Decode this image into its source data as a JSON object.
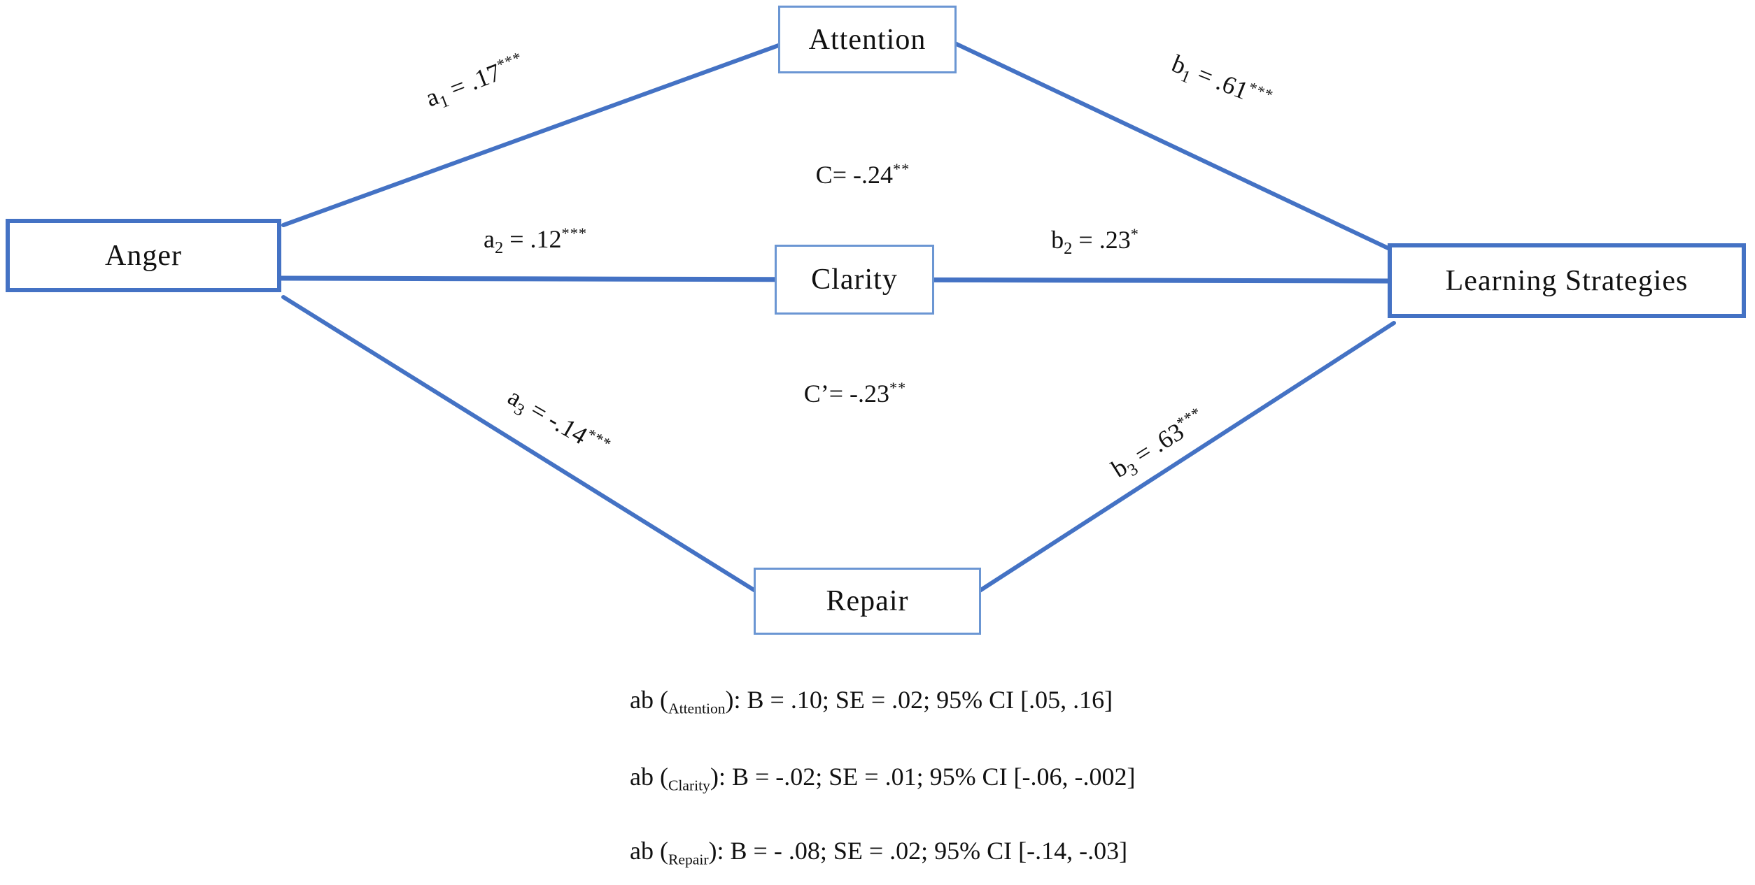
{
  "colors": {
    "line_blue": "#4472c4",
    "box_border_light": "#6b96d3",
    "box_border_strong": "#4472c4",
    "background": "#ffffff",
    "text": "#111111"
  },
  "nodes": {
    "anger": {
      "label": "Anger"
    },
    "attention": {
      "label": "Attention"
    },
    "clarity": {
      "label": "Clarity"
    },
    "repair": {
      "label": "Repair"
    },
    "learning_strategies": {
      "label": "Learning Strategies"
    }
  },
  "paths": {
    "a1": {
      "base": "a",
      "sub": "1",
      "rel": " = ",
      "value": ".17",
      "stars": "***"
    },
    "b1": {
      "base": "b",
      "sub": "1",
      "rel": " = ",
      "value": ".61",
      "stars": "***"
    },
    "a2": {
      "base": "a",
      "sub": "2",
      "rel": " = ",
      "value": ".12",
      "stars": "***"
    },
    "b2": {
      "base": "b",
      "sub": "2",
      "rel": " = ",
      "value": ".23",
      "stars": "*"
    },
    "a3": {
      "base": "a",
      "sub": "3",
      "rel": " = ",
      "value": "-.14",
      "stars": "***"
    },
    "b3": {
      "base": "b",
      "sub": "3",
      "rel": " = ",
      "value": ".63",
      "stars": "***"
    },
    "c_total": {
      "base": "C",
      "sub": "",
      "rel": "= ",
      "value": "-.24",
      "stars": "**"
    },
    "c_direct": {
      "base": "C’",
      "sub": "",
      "rel": "= ",
      "value": "-.23",
      "stars": "**"
    }
  },
  "indirect_effects": [
    {
      "prefix": "ab (",
      "mediator": "Attention",
      "suffix": "): B = .10; SE = .02; 95% CI [.05, .16]"
    },
    {
      "prefix": "ab (",
      "mediator": "Clarity",
      "suffix": "): B = -.02; SE = .01; 95% CI [-.06, -.002]"
    },
    {
      "prefix": "ab (",
      "mediator": "Repair",
      "suffix": "): B = - .08; SE = .02; 95% CI [-.14, -.03]"
    }
  ]
}
